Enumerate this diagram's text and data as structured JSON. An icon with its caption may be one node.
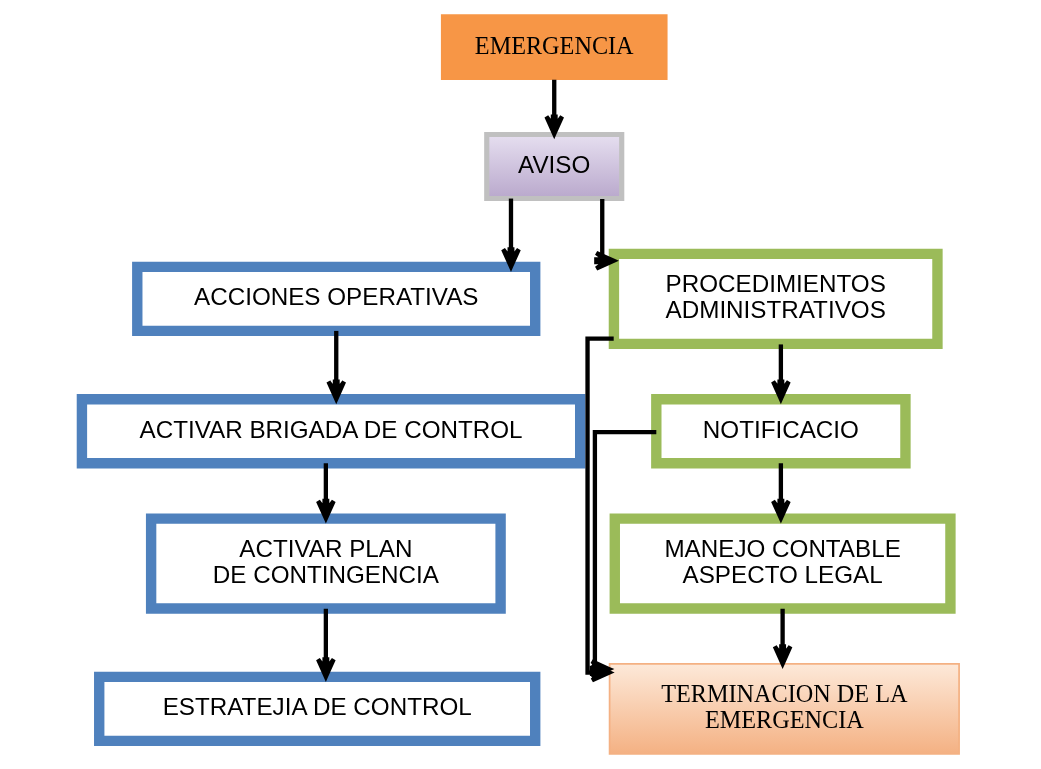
{
  "diagram": {
    "nodes": [
      {
        "text": [
          "EMERGENCIA"
        ]
      },
      {
        "text": [
          "AVISO"
        ]
      },
      {
        "text": [
          "ACCIONES OPERATIVAS"
        ]
      },
      {
        "text": [
          "ACTIVAR BRIGADA DE CONTROL"
        ]
      },
      {
        "text": [
          "ACTIVAR PLAN DE CONTINGENCIA"
        ]
      },
      {
        "text": [
          "ESTRATEJIA DE CONTROL"
        ]
      },
      {
        "text": [
          "PROCEDIMIENTOS ADMINISTRATIVOS"
        ]
      },
      {
        "text": [
          "NOTIFICACIO"
        ]
      },
      {
        "text": [
          "MANEJO CONTABLE ASPECTO LEGAL"
        ]
      },
      {
        "text": [
          "TERMINACION DE LA EMERGENCIA"
        ]
      }
    ],
    "edges": [
      {
        "from": 0,
        "to": 1,
        "arrow": "to"
      },
      {
        "from": 1,
        "to": 2,
        "arrow": "to"
      },
      {
        "from": 1,
        "to": 6,
        "arrow": "to"
      },
      {
        "from": 2,
        "to": 3,
        "arrow": "to"
      },
      {
        "from": 3,
        "to": 4,
        "arrow": "to"
      },
      {
        "from": 4,
        "to": 5,
        "arrow": "to"
      },
      {
        "from": 6,
        "to": 7,
        "arrow": "to"
      },
      {
        "from": 7,
        "to": 8,
        "arrow": "to"
      },
      {
        "from": 6,
        "to": 9,
        "arrow": "to"
      },
      {
        "from": 7,
        "to": 9,
        "arrow": "to"
      },
      {
        "from": 8,
        "to": 9,
        "arrow": "to"
      }
    ]
  }
}
